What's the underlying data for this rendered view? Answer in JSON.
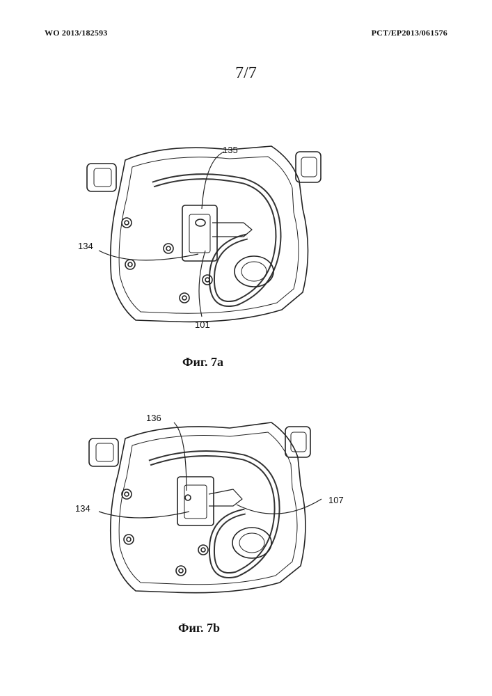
{
  "header": {
    "publication_number": "WO 2013/182593",
    "application_number": "PCT/EP2013/061576"
  },
  "page_number": "7/7",
  "figures": [
    {
      "caption": "Фиг. 7a",
      "labels": {
        "a": "135",
        "b": "134",
        "c": "101"
      }
    },
    {
      "caption": "Фиг. 7b",
      "labels": {
        "a": "136",
        "b": "134",
        "c": "107"
      }
    }
  ]
}
